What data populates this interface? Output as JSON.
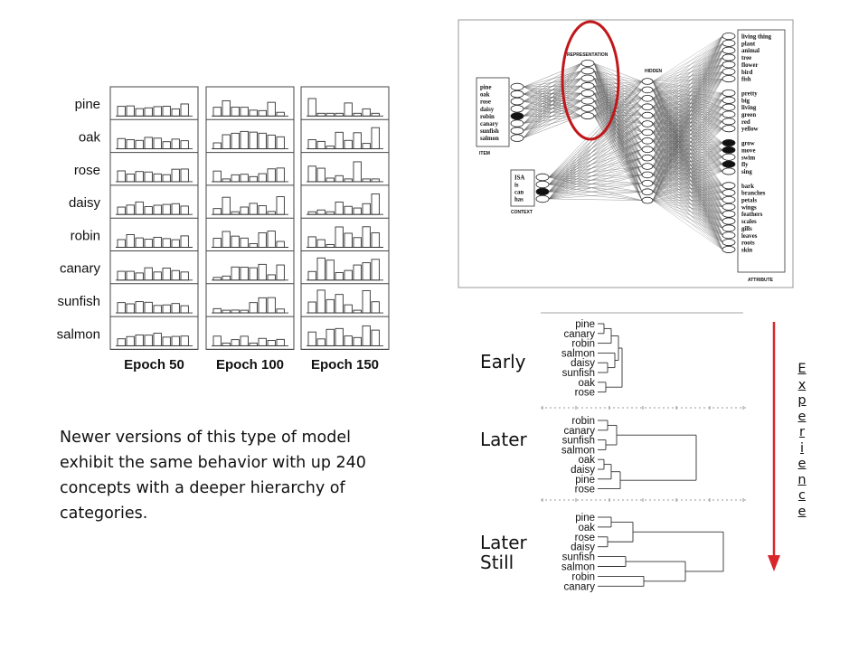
{
  "matrix": {
    "items": [
      "pine",
      "oak",
      "rose",
      "daisy",
      "robin",
      "canary",
      "sunfish",
      "salmon"
    ],
    "epochs": [
      "Epoch 50",
      "Epoch 100",
      "Epoch 150"
    ]
  },
  "network": {
    "representation_label": "REPRESENTATION",
    "hidden_label": "HIDDEN",
    "item_label": "ITEM",
    "context_label": "CONTEXT",
    "attribute_label": "ATTRIBUTE",
    "items": [
      "pine",
      "oak",
      "rose",
      "daisy",
      "robin",
      "canary",
      "sunfish",
      "salmon"
    ],
    "relations": [
      "ISA",
      "is",
      "can",
      "has"
    ],
    "attributes": [
      "living thing",
      "plant",
      "animal",
      "tree",
      "flower",
      "bird",
      "fish",
      "pretty",
      "big",
      "living",
      "green",
      "red",
      "yellow",
      "grow",
      "move",
      "swim",
      "fly",
      "sing",
      "bark",
      "branches",
      "petals",
      "wings",
      "feathers",
      "scales",
      "gills",
      "leaves",
      "roots",
      "skin"
    ],
    "highlight_color": "#c0171b"
  },
  "dendrograms": [
    {
      "label": "Early",
      "leaves": [
        "pine",
        "canary",
        "robin",
        "salmon",
        "daisy",
        "sunfish",
        "oak",
        "rose"
      ]
    },
    {
      "label": "Later",
      "leaves": [
        "robin",
        "canary",
        "sunfish",
        "salmon",
        "oak",
        "daisy",
        "pine",
        "rose"
      ]
    },
    {
      "label": "Later Still",
      "leaves": [
        "pine",
        "oak",
        "rose",
        "daisy",
        "sunfish",
        "salmon",
        "robin",
        "canary"
      ]
    }
  ],
  "caption": "Newer versions of this type of model exhibit the same behavior with up 240 concepts with a deeper hierarchy of categories.",
  "arrow": {
    "label": "Experience",
    "color": "#d9262b"
  }
}
